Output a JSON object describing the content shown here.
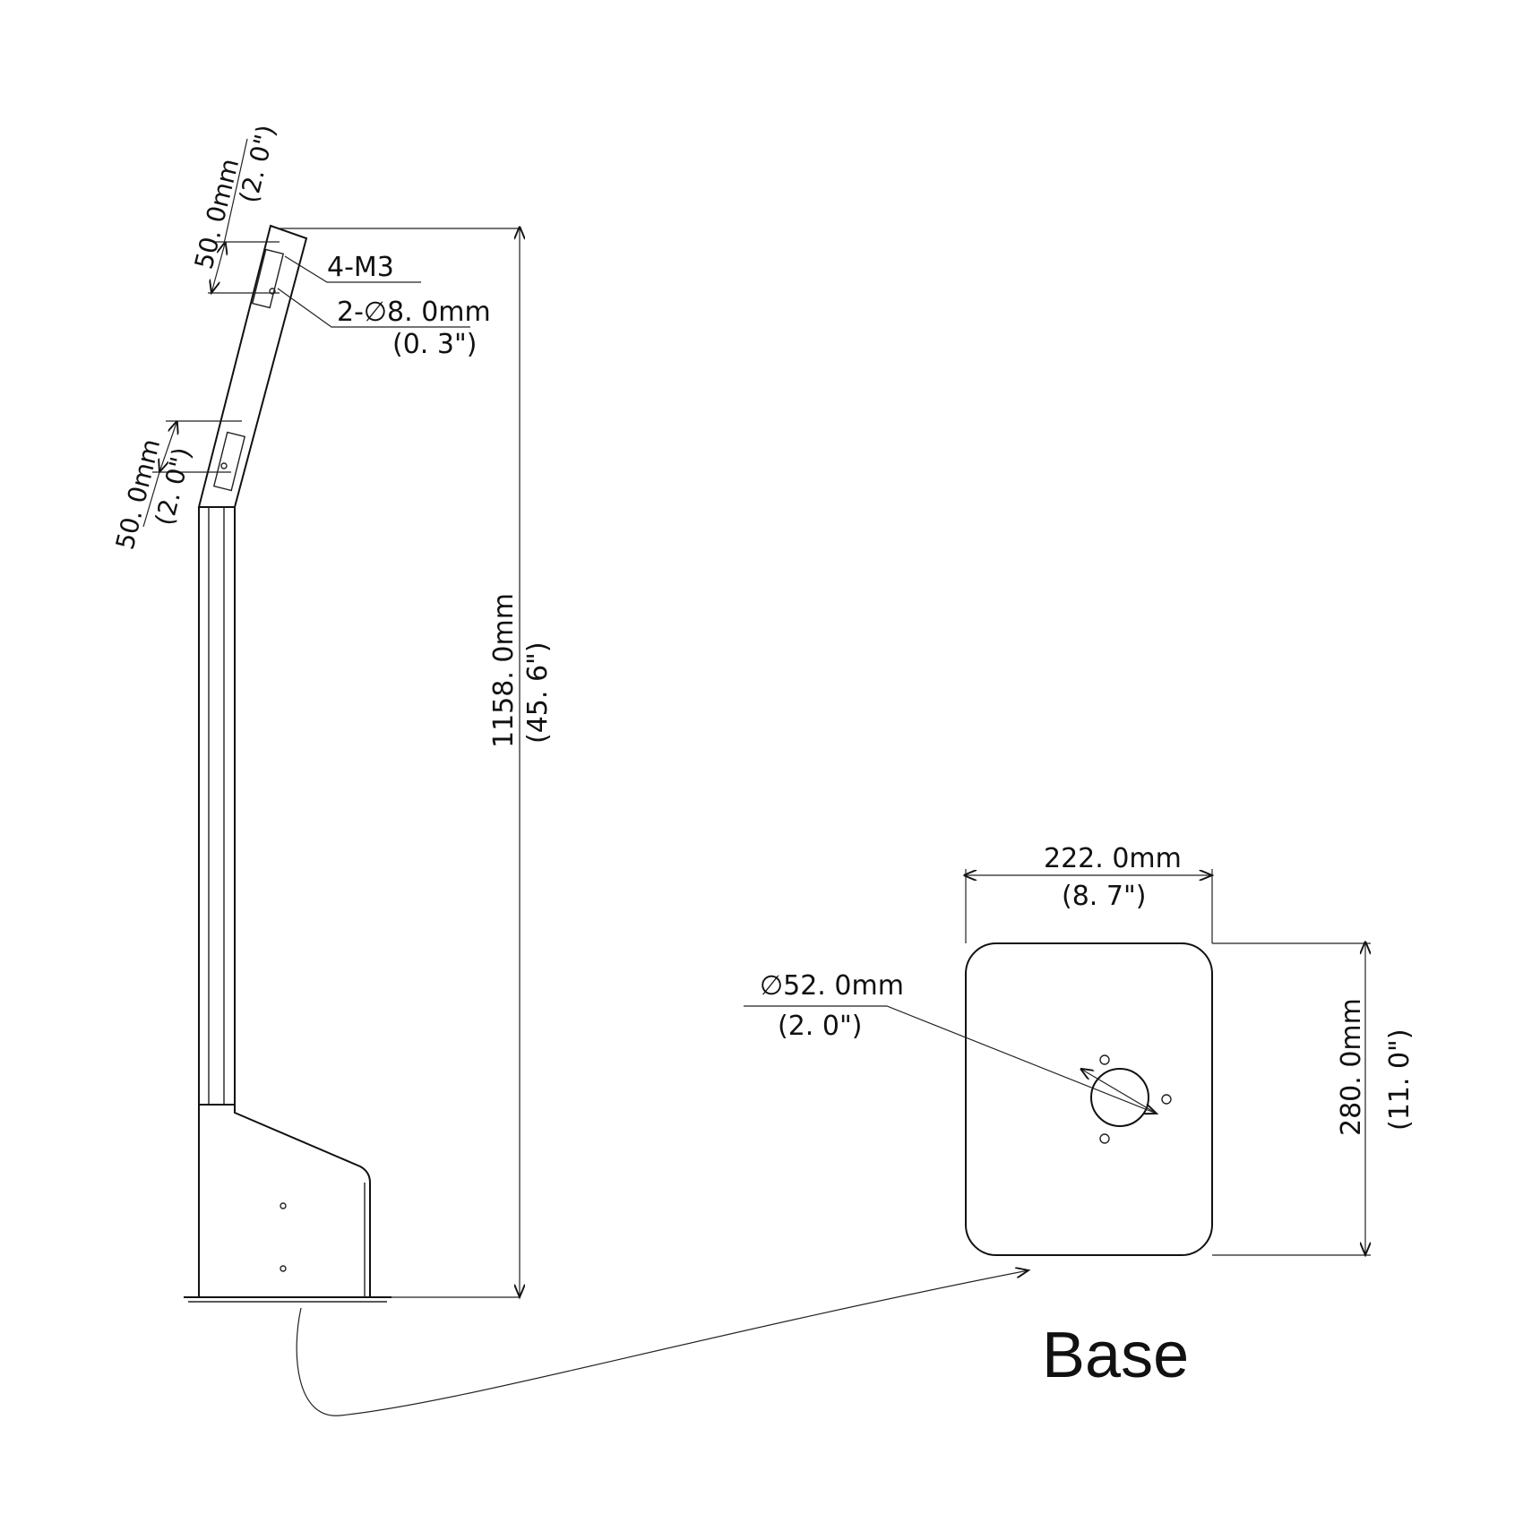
{
  "labels": {
    "top_dim_mm": "50. 0mm",
    "top_dim_in": "(2. 0\")",
    "mid_dim_mm": "50. 0mm",
    "mid_dim_in": "(2. 0\")",
    "screw_spec": "4-M3",
    "hole_spec": "2-∅8. 0mm",
    "hole_spec_in": "(0. 3\")",
    "height_mm": "1158. 0mm",
    "height_in": "(45. 6\")",
    "width_mm": "222. 0mm",
    "width_in": "(8. 7\")",
    "hole_diameter_mm": "∅52. 0mm",
    "hole_diameter_in": "(2. 0\")",
    "base_height_mm": "280. 0mm",
    "base_height_in": "(11. 0\")",
    "base_title": "Base"
  }
}
